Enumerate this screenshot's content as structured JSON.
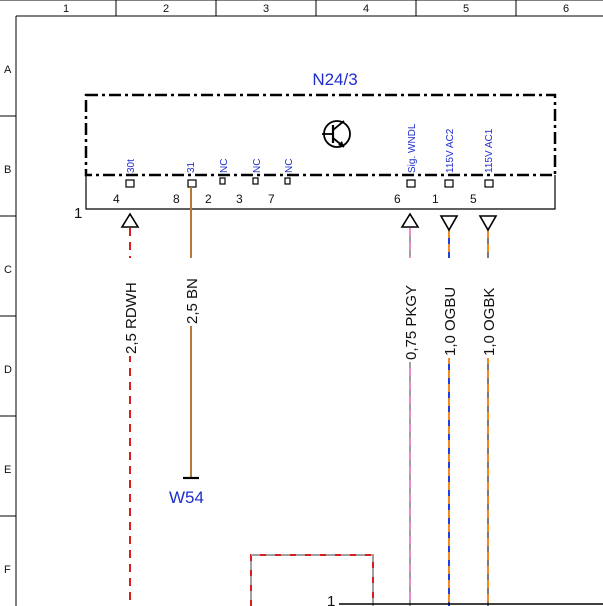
{
  "grid": {
    "columns": [
      "1",
      "2",
      "3",
      "4",
      "5",
      "6"
    ],
    "rows": [
      "A",
      "B",
      "C",
      "D",
      "E",
      "F"
    ]
  },
  "component": {
    "id": "N24/3",
    "symbol": "transistor-icon",
    "connector_number": "1",
    "pins": [
      {
        "number": "4",
        "signal": "30t"
      },
      {
        "number": "8",
        "signal": "31"
      },
      {
        "number": "2",
        "signal": "NC"
      },
      {
        "number": "3",
        "signal": "NC"
      },
      {
        "number": "7",
        "signal": "NC"
      },
      {
        "number": "6",
        "signal": "Sig. WNDL"
      },
      {
        "number": "1",
        "signal": "115V AC2"
      },
      {
        "number": "5",
        "signal": "115V AC1"
      }
    ]
  },
  "wires": [
    {
      "label": "2,5 RDWH",
      "colors": [
        "#d81e1e",
        "#ffffff"
      ]
    },
    {
      "label": "2,5 BN",
      "colors": [
        "#b5793c"
      ]
    },
    {
      "label": "0,75 PKGY",
      "colors": [
        "#e68cc8",
        "#a0a0a0"
      ]
    },
    {
      "label": "1,0 OGBU",
      "colors": [
        "#f08a1c",
        "#2040e0"
      ]
    },
    {
      "label": "1,0 OGBK",
      "colors": [
        "#f08a1c",
        "#7a7a7a"
      ]
    }
  ],
  "ground": {
    "label": "W54"
  },
  "lower_connector": {
    "number": "1"
  }
}
